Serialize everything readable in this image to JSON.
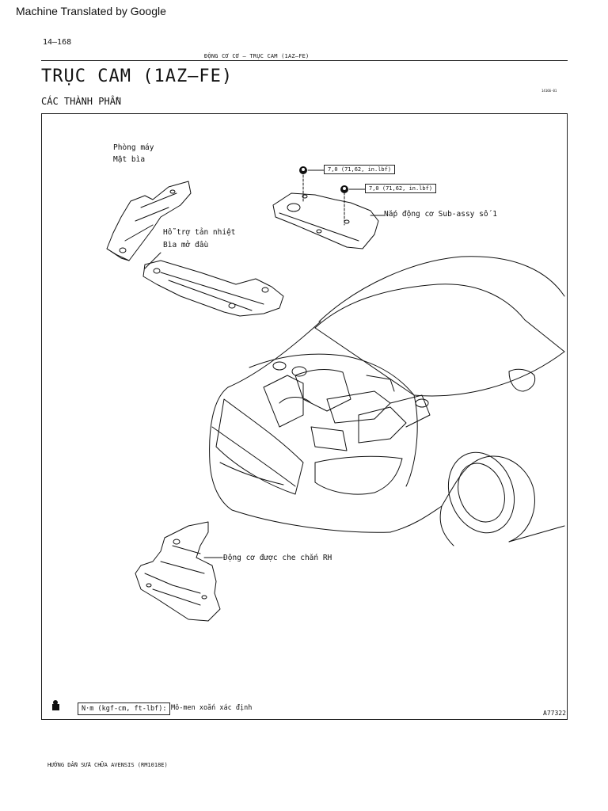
{
  "banner": "Machine Translated by Google",
  "header": {
    "page_number": "14–168",
    "running_title": "ĐỘNG CƠ CƠ –  TRỤC CAM (1AZ–FE)",
    "doc_ref": "14166-01"
  },
  "title": "TRỤC CAM (1AZ–FE)",
  "subtitle": "CÁC THÀNH PHẦN",
  "figure": {
    "labels": {
      "part_a_line1": "Phòng máy",
      "part_a_line2": "Mặt bìa",
      "part_b_line1": "Hỗ trợ tản nhiệt",
      "part_b_line2": "Bìa mở đầu",
      "part_c": "Nắp động cơ Sub-assy số 1",
      "part_d": "Động cơ được che chắn RH"
    },
    "torque_1": "7,0 (71,62, in.lbf)",
    "torque_2": "7,0 (71,62, in.lbf)",
    "legend_box": "N·m (kgf-cm, ft-lbf):",
    "legend_text": "Mô-men xoắn xác định",
    "figure_code": "A77322"
  },
  "footer": "HƯỚNG DẪN SỬA CHỮA AVENSIS (RM1018E)"
}
